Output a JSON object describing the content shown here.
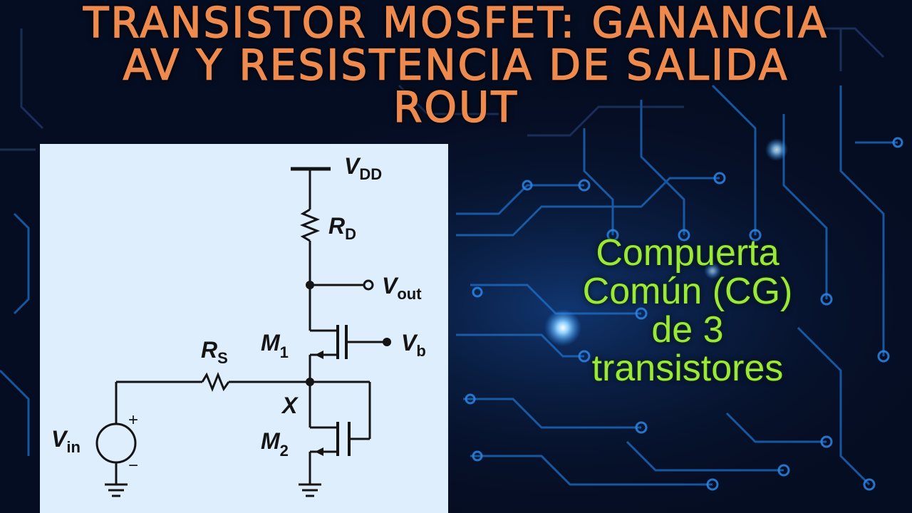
{
  "title": {
    "line1": "TRANSISTOR MOSFET: GANANCIA",
    "line2": "AV Y RESISTENCIA DE SALIDA",
    "line3": "ROUT"
  },
  "schematic": {
    "vdd": {
      "main": "V",
      "sub": "DD"
    },
    "rd": {
      "main": "R",
      "sub": "D"
    },
    "vout": {
      "main": "V",
      "sub": "out"
    },
    "m1": {
      "main": "M",
      "sub": "1"
    },
    "vb": {
      "main": "V",
      "sub": "b"
    },
    "rs": {
      "main": "R",
      "sub": "S"
    },
    "x": "X",
    "vin": {
      "main": "V",
      "sub": "in"
    },
    "plus": "+",
    "minus": "−",
    "m2": {
      "main": "M",
      "sub": "2"
    }
  },
  "side": {
    "line1": "Compuerta",
    "line2": "Común (CG)",
    "line3": "de 3",
    "line4": "transistores"
  },
  "colors": {
    "background": "#050d22",
    "title": "#ef8a4f",
    "panel": "#dfeefc",
    "side_text": "#9ae83a",
    "circuit_glow": "#1e8fff"
  }
}
